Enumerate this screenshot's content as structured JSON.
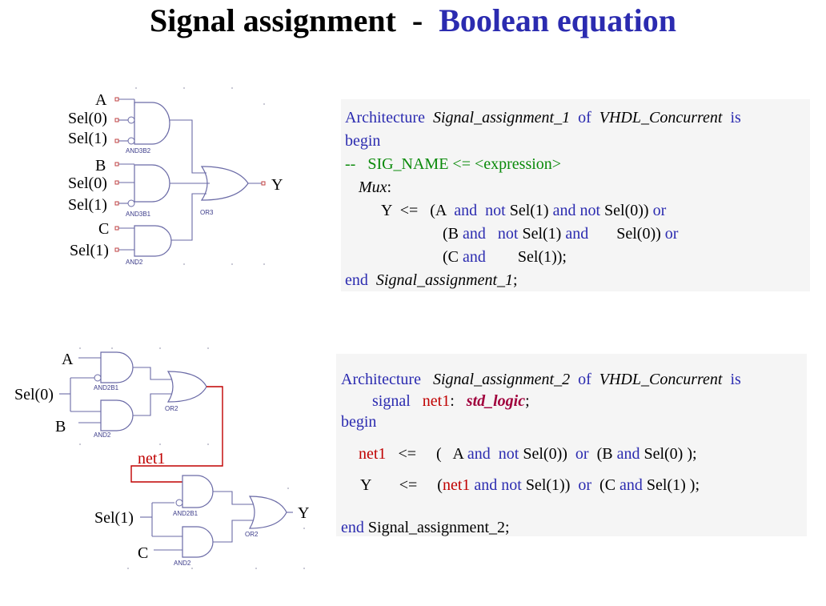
{
  "title": {
    "part1": "Signal assignment",
    "sep": "-",
    "part2": "Boolean equation"
  },
  "top_diagram": {
    "labels": {
      "a": "A",
      "sel0_a": "Sel(0)",
      "sel1_a": "Sel(1)",
      "b": "B",
      "sel0_b": "Sel(0)",
      "sel1_b": "Sel(1)",
      "c": "C",
      "sel1_c": "Sel(1)",
      "y": "Y"
    },
    "gates": {
      "g1": "AND3B2",
      "g2": "AND3B1",
      "g3": "AND2",
      "g4": "OR3"
    }
  },
  "bottom_diagram": {
    "labels": {
      "a": "A",
      "sel0": "Sel(0)",
      "b": "B",
      "net1": "net1",
      "sel1": "Sel(1)",
      "c": "C",
      "y": "Y"
    },
    "gates": {
      "g1": "AND2B1",
      "g2": "AND2",
      "g3": "OR2",
      "g4": "AND2B1",
      "g5": "AND2",
      "g6": "OR2"
    }
  },
  "code1": {
    "architecture": "Architecture",
    "name": "Signal_assignment_1",
    "of": "of",
    "entity": "VHDL_Concurrent",
    "is": "is",
    "begin": "begin",
    "comment": "--   SIG_NAME <= <expression>",
    "mux": "Mux",
    "mux_colon": ":",
    "l1_y": "Y  <=",
    "l1_a": "(A",
    "and": "and",
    "not": "not",
    "sel1": "Sel(1)",
    "and_not": "and not",
    "l1_sel0": "Sel(0))",
    "or": "or",
    "l2_b": "(B",
    "l3_c": "(C",
    "l3_sel1": "Sel(1));",
    "end": "end",
    "end_semi": ";"
  },
  "code2": {
    "architecture": "Architecture",
    "name": "Signal_assignment_2",
    "of": "of",
    "entity": "VHDL_Concurrent",
    "is": "is",
    "signal": "signal",
    "net1": "net1",
    "colon": ":",
    "type": "std_logic",
    "semi": ";",
    "begin": "begin",
    "assign": "<=",
    "l1_open": "(   A",
    "and": "and",
    "not": "not",
    "sel0_close": "Sel(0))",
    "or": "or",
    "b_open": "(B",
    "sel0_end": "Sel(0) );",
    "y": "Y",
    "open_paren": "(",
    "and_not": "and not",
    "sel1_close": "Sel(1))",
    "c_open": "(C",
    "sel1_end": "Sel(1) );",
    "end": "end",
    "end_name": "Signal_assignment_2;"
  }
}
